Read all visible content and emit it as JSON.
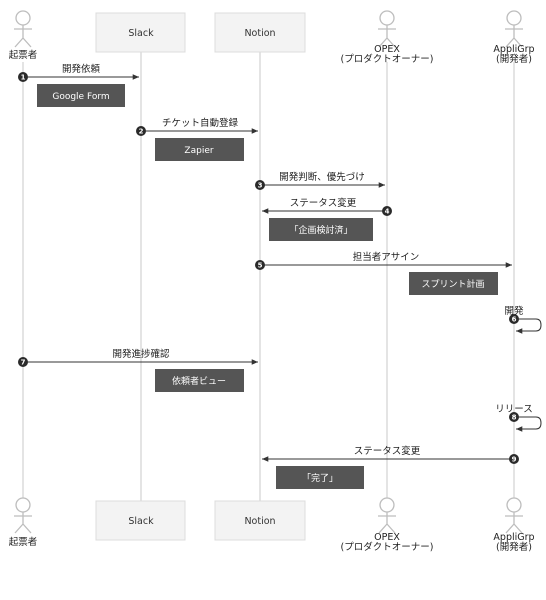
{
  "participants": {
    "requester": {
      "label": "起票者"
    },
    "slack": {
      "label": "Slack"
    },
    "notion": {
      "label": "Notion"
    },
    "opex": {
      "label": "OPEX",
      "sublabel": "(プロダクトオーナー)"
    },
    "appligrp": {
      "label": "AppliGrp",
      "sublabel": "(開発者)"
    }
  },
  "messages": [
    {
      "num": "1",
      "label": "開発依頼"
    },
    {
      "num": "2",
      "label": "チケット自動登録"
    },
    {
      "num": "3",
      "label": "開発判断、優先づけ"
    },
    {
      "num": "4",
      "label": "ステータス変更"
    },
    {
      "num": "5",
      "label": "担当者アサイン"
    },
    {
      "num": "6",
      "label": "開発"
    },
    {
      "num": "7",
      "label": "開発進捗確認"
    },
    {
      "num": "8",
      "label": "リリース"
    },
    {
      "num": "9",
      "label": "ステータス変更"
    }
  ],
  "notes": [
    {
      "label": "Google Form"
    },
    {
      "label": "Zapier"
    },
    {
      "label": "「企画検討済」"
    },
    {
      "label": "スプリント計画"
    },
    {
      "label": "依頼者ビュー"
    },
    {
      "label": "「完了」"
    }
  ]
}
